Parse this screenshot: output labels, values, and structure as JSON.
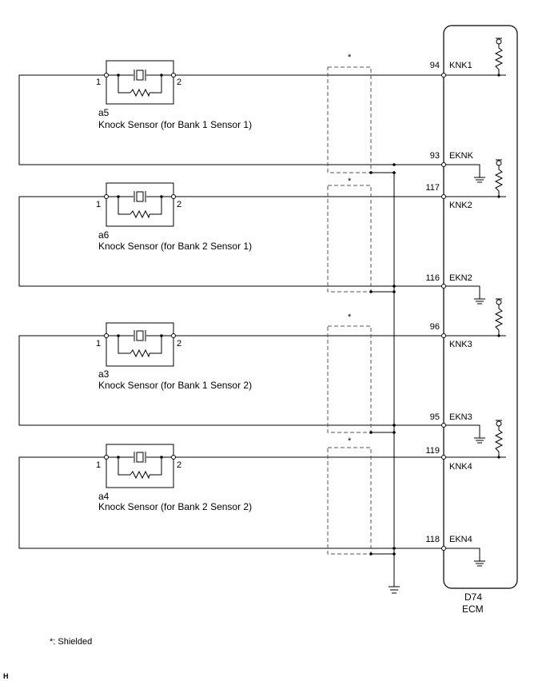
{
  "sensors": [
    {
      "id": "a5",
      "name": "Knock Sensor (for Bank 1 Sensor 1)",
      "pin_left": "1",
      "pin_right": "2"
    },
    {
      "id": "a6",
      "name": "Knock Sensor (for Bank 2 Sensor 1)",
      "pin_left": "1",
      "pin_right": "2"
    },
    {
      "id": "a3",
      "name": "Knock Sensor (for Bank 1 Sensor 2)",
      "pin_left": "1",
      "pin_right": "2"
    },
    {
      "id": "a4",
      "name": "Knock Sensor (for Bank 2 Sensor 2)",
      "pin_left": "1",
      "pin_right": "2"
    }
  ],
  "ecm_pins": [
    {
      "number": "94",
      "name": "KNK1"
    },
    {
      "number": "93",
      "name": "EKNK"
    },
    {
      "number": "117",
      "name": "KNK2"
    },
    {
      "number": "116",
      "name": "EKN2"
    },
    {
      "number": "96",
      "name": "KNK3"
    },
    {
      "number": "95",
      "name": "EKN3"
    },
    {
      "number": "119",
      "name": "KNK4"
    },
    {
      "number": "118",
      "name": "EKN4"
    }
  ],
  "ecm": {
    "connector": "D74",
    "name": "ECM"
  },
  "shield_marker": "*",
  "footnote": "*: Shielded",
  "corner_mark": "H"
}
